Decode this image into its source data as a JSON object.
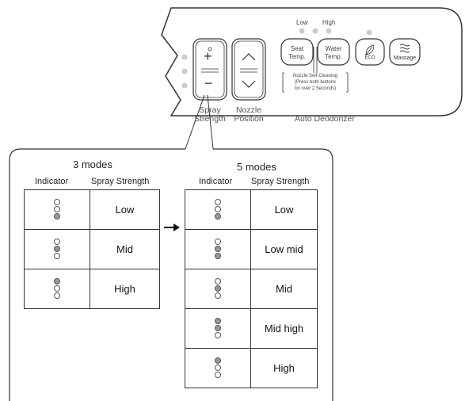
{
  "panel": {
    "spray": {
      "label_line1": "Spray",
      "label_line2": "Strength",
      "plus": "+",
      "minus": "−"
    },
    "nozzle": {
      "label_line1": "Nozzle",
      "label_line2": "Position"
    },
    "level_labels": {
      "low": "Low",
      "high": "High"
    },
    "seat_temp": {
      "line1": "Seat",
      "line2": "Temp."
    },
    "water_temp": {
      "line1": "Water",
      "line2": "Temp."
    },
    "self_cleaning": {
      "line1": "Nozzle Self-Cleaning",
      "line2": "(Press both buttons",
      "line3": "for over 2 Seconds)"
    },
    "eco_label": "ECO",
    "massage_label": "Massage",
    "auto_deodorizer": "Auto Deodorizer"
  },
  "three_modes": {
    "title": "3 modes",
    "col_indicator": "Indicator",
    "col_strength": "Spray Strength",
    "rows": [
      {
        "label": "Low",
        "lit": [
          false,
          false,
          true
        ]
      },
      {
        "label": "Mid",
        "lit": [
          false,
          true,
          false
        ]
      },
      {
        "label": "High",
        "lit": [
          true,
          false,
          false
        ]
      }
    ]
  },
  "five_modes": {
    "title": "5 modes",
    "col_indicator": "Indicator",
    "col_strength": "Spray Strength",
    "rows": [
      {
        "label": "Low",
        "lit": [
          false,
          false,
          true
        ]
      },
      {
        "label": "Low mid",
        "lit": [
          false,
          true,
          true
        ]
      },
      {
        "label": "Mid",
        "lit": [
          false,
          true,
          false
        ]
      },
      {
        "label": "Mid high",
        "lit": [
          true,
          true,
          false
        ]
      },
      {
        "label": "High",
        "lit": [
          true,
          false,
          false
        ]
      }
    ]
  },
  "colors": {
    "line": "#333333",
    "lit_dot": "#999999",
    "unlit_dot": "#ffffff",
    "status_dot": "#cccccc"
  }
}
